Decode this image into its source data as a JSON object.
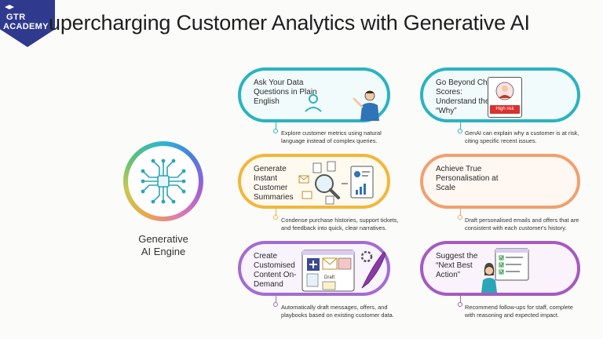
{
  "header": {
    "logo_line1": "GTR",
    "logo_line2": "ACADEMY",
    "title": "upercharging Customer Analytics with Generative AI"
  },
  "engine": {
    "label_line1": "Generative",
    "label_line2": "AI Engine"
  },
  "cards": [
    {
      "title": "Ask Your Data Questions in Plain English",
      "desc": "Explore customer metrics using natural language instead of complex queries."
    },
    {
      "title": "Generate Instant Customer Summaries",
      "desc": "Condense purchase histories, support tickets, and feedback into quick, clear narratives."
    },
    {
      "title": "Create Customised Content On-Demand",
      "desc": "Automatically draft messages, offers, and playbooks based on existing customer data."
    },
    {
      "title": "Go Beyond Churn Scores: Understand the “Why”",
      "desc": "GenAI can explain why a customer is at risk, citing specific recent issues.",
      "badge": "High risk"
    },
    {
      "title": "Achieve True Personalisation at Scale",
      "desc": "Draft personalised emails and offers that are consistent with each customer's history."
    },
    {
      "title": "Suggest the “Next Best Action”",
      "desc": "Recommend follow-ups for staff, complete with reasoning and expected impact."
    }
  ],
  "art_labels": {
    "draft": "Draft"
  },
  "colors": {
    "teal": "#2bb3c0",
    "yellow": "#f2b63a",
    "purple": "#a26cd1",
    "orange": "#f0a070",
    "violet": "#a55ac0",
    "logo": "#2f3a8f"
  }
}
